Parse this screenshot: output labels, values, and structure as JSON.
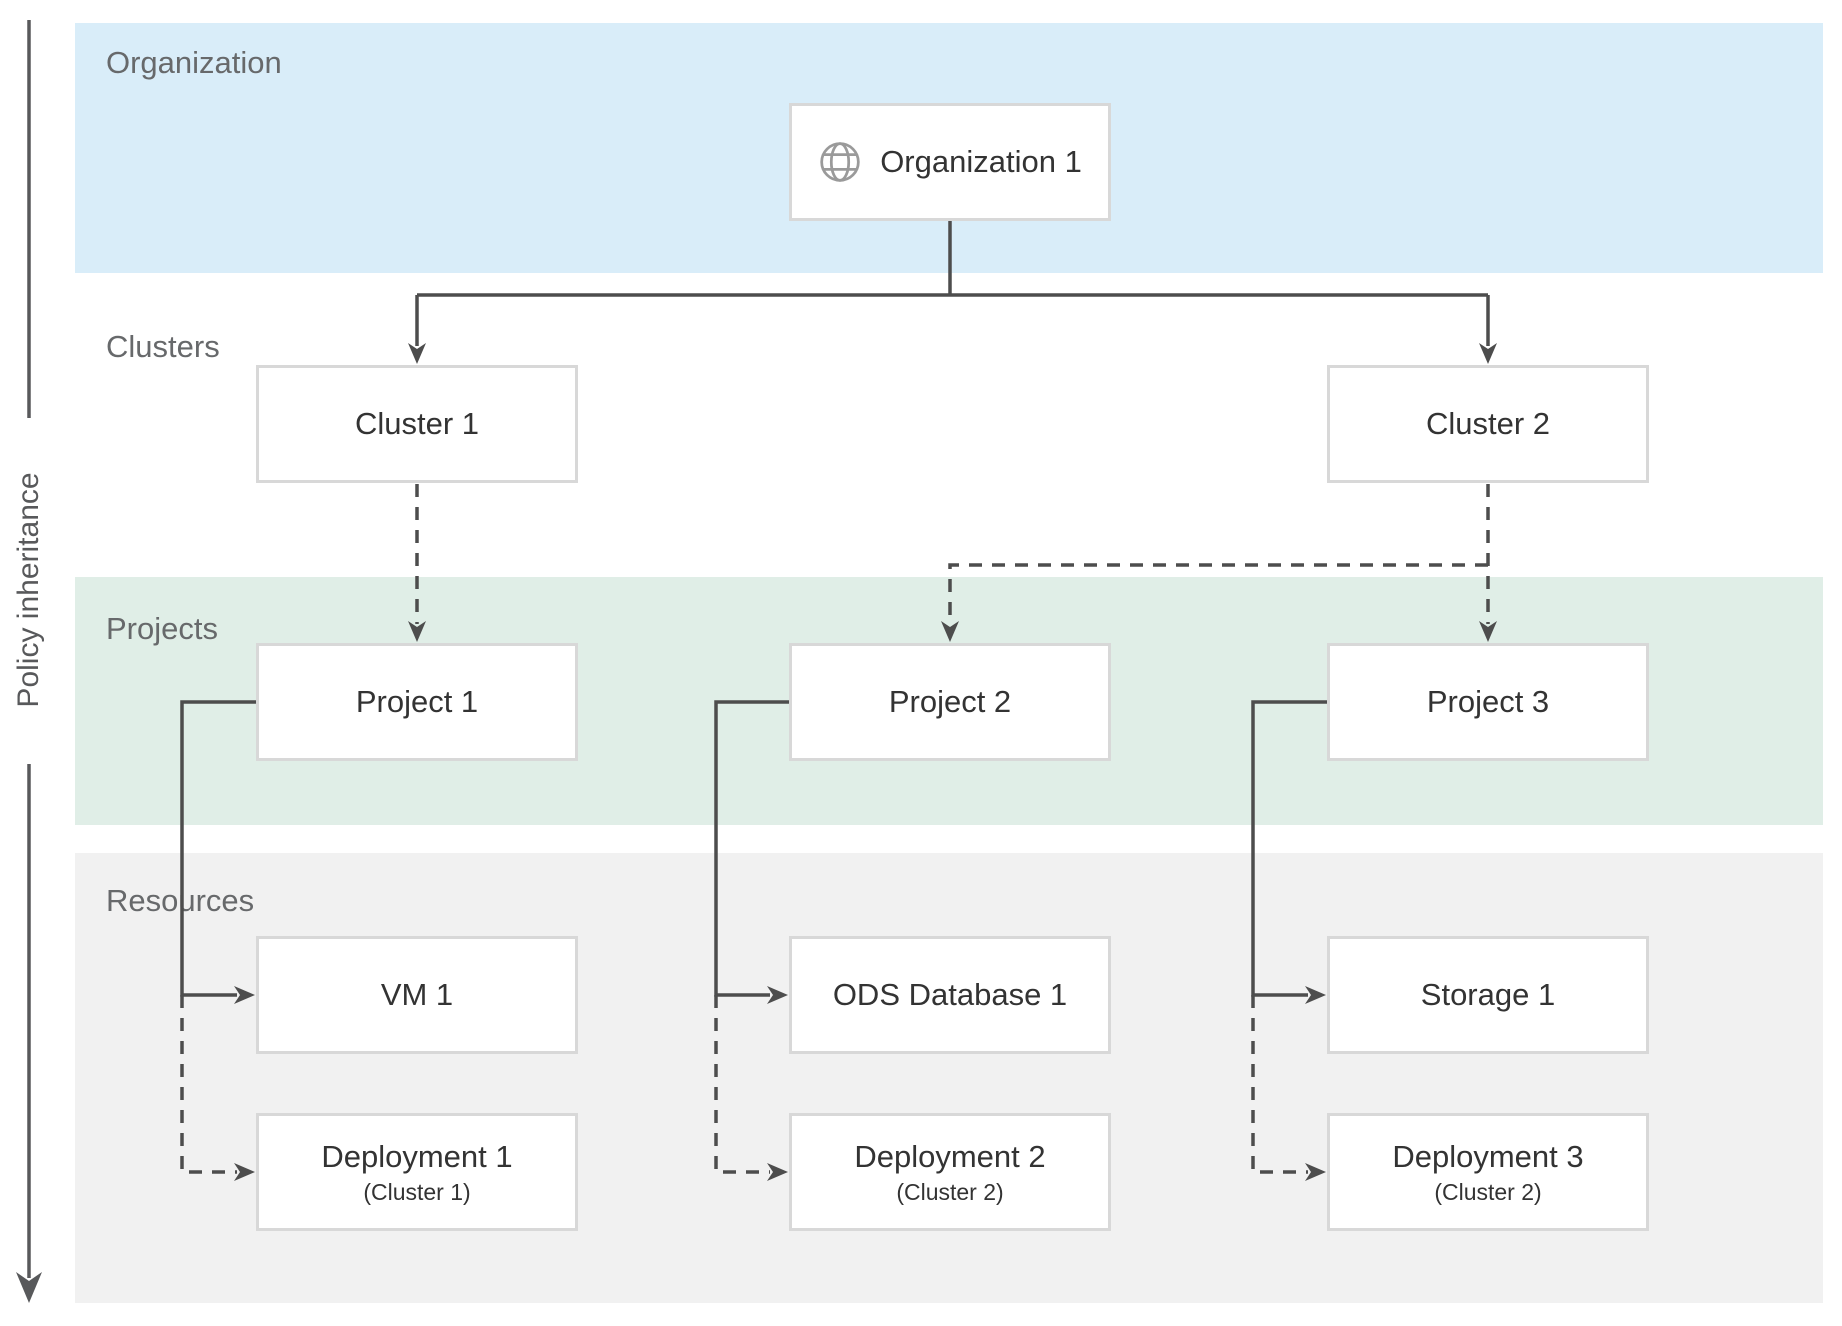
{
  "axis": {
    "label": "Policy inheritance"
  },
  "bands": {
    "organization": {
      "label": "Organization",
      "color": "#d9edf9"
    },
    "clusters": {
      "label": "Clusters",
      "color": "#ffffff"
    },
    "projects": {
      "label": "Projects",
      "color": "#e0eee7"
    },
    "resources": {
      "label": "Resources",
      "color": "#f1f1f1"
    }
  },
  "nodes": {
    "organization1": {
      "label": "Organization 1",
      "icon": "globe-icon"
    },
    "cluster1": {
      "label": "Cluster 1"
    },
    "cluster2": {
      "label": "Cluster 2"
    },
    "project1": {
      "label": "Project 1"
    },
    "project2": {
      "label": "Project 2"
    },
    "project3": {
      "label": "Project 3"
    },
    "vm1": {
      "label": "VM 1"
    },
    "ods_database1": {
      "label": "ODS Database 1"
    },
    "storage1": {
      "label": "Storage 1"
    },
    "deployment1": {
      "label": "Deployment 1",
      "sublabel": "(Cluster 1)"
    },
    "deployment2": {
      "label": "Deployment 2",
      "sublabel": "(Cluster 2)"
    },
    "deployment3": {
      "label": "Deployment 3",
      "sublabel": "(Cluster 2)"
    }
  },
  "edges": [
    {
      "from": "Organization 1",
      "to": "Cluster 1",
      "style": "solid"
    },
    {
      "from": "Organization 1",
      "to": "Cluster 2",
      "style": "solid"
    },
    {
      "from": "Cluster 1",
      "to": "Project 1",
      "style": "dashed"
    },
    {
      "from": "Cluster 2",
      "to": "Project 2",
      "style": "dashed"
    },
    {
      "from": "Cluster 2",
      "to": "Project 3",
      "style": "dashed"
    },
    {
      "from": "Project 1",
      "to": "VM 1",
      "style": "solid"
    },
    {
      "from": "Project 1",
      "to": "Deployment 1",
      "style": "dashed"
    },
    {
      "from": "Project 2",
      "to": "ODS Database 1",
      "style": "solid"
    },
    {
      "from": "Project 2",
      "to": "Deployment 2",
      "style": "dashed"
    },
    {
      "from": "Project 3",
      "to": "Storage 1",
      "style": "solid"
    },
    {
      "from": "Project 3",
      "to": "Deployment 3",
      "style": "dashed"
    }
  ],
  "colors": {
    "connector": "#4d4d4d",
    "node_border": "#d8d8d8",
    "node_text": "#333333",
    "band_label_text": "#67696b",
    "globe_icon": "#9a9a9a"
  }
}
